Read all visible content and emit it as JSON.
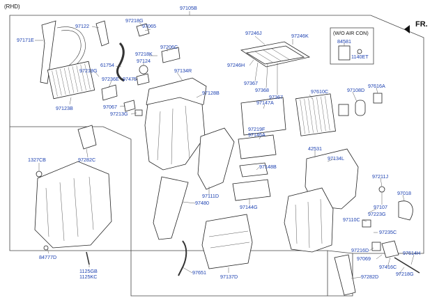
{
  "header": {
    "variant": "(RHD)",
    "direction": "FR."
  },
  "inset": {
    "title": "(W/O AIR CON)"
  },
  "colors": {
    "label": "#1a3fb0",
    "line": "#333333",
    "part_fill": "#ffffff",
    "shade": "#d8d8d8"
  },
  "labels": {
    "p97105B": "97105B",
    "p97122": "97122",
    "p97171E": "97171E",
    "p97218G_a": "97218G",
    "p97065": "97065",
    "p97218K": "97218K",
    "p97206C": "97206C",
    "p61754": "61754",
    "p97124": "97124",
    "p97218G_b": "97218G",
    "p97236E": "97236E",
    "p97475": "97475",
    "p97134R": "97134R",
    "p97123B": "97123B",
    "p97128B": "97128B",
    "p97067": "97067",
    "p97213G": "97213G",
    "p97282C": "97282C",
    "p1327CB": "1327CB",
    "p97246J": "97246J",
    "p97246K": "97246K",
    "p97246H": "97246H",
    "p97367_a": "97367",
    "p97368": "97368",
    "p97367_b": "97367",
    "p97147A": "97147A",
    "p97219F": "97219F",
    "p97146A": "97146A",
    "p97610C": "97610C",
    "p97108D": "97108D",
    "p97616A": "97616A",
    "p84581": "84581",
    "p1140ET": "1140ET",
    "p42531": "42531",
    "p97134L": "97134L",
    "p97148B": "97148B",
    "p97111D": "97111D",
    "p97480": "97480",
    "p97144G": "97144G",
    "p97211J": "97211J",
    "p97018": "97018",
    "p97107": "97107",
    "p97223G": "97223G",
    "p97110C": "97110C",
    "p97235C": "97235C",
    "p97216D": "97216D",
    "p97069": "97069",
    "p97614H": "97614H",
    "p97416C": "97416C",
    "p97218G_c": "97218G",
    "p97282D": "97282D",
    "p97651": "97651",
    "p97137D": "97137D",
    "p84777D": "84777D",
    "p1125GB": "1125GB",
    "p1125KC": "1125KC"
  }
}
